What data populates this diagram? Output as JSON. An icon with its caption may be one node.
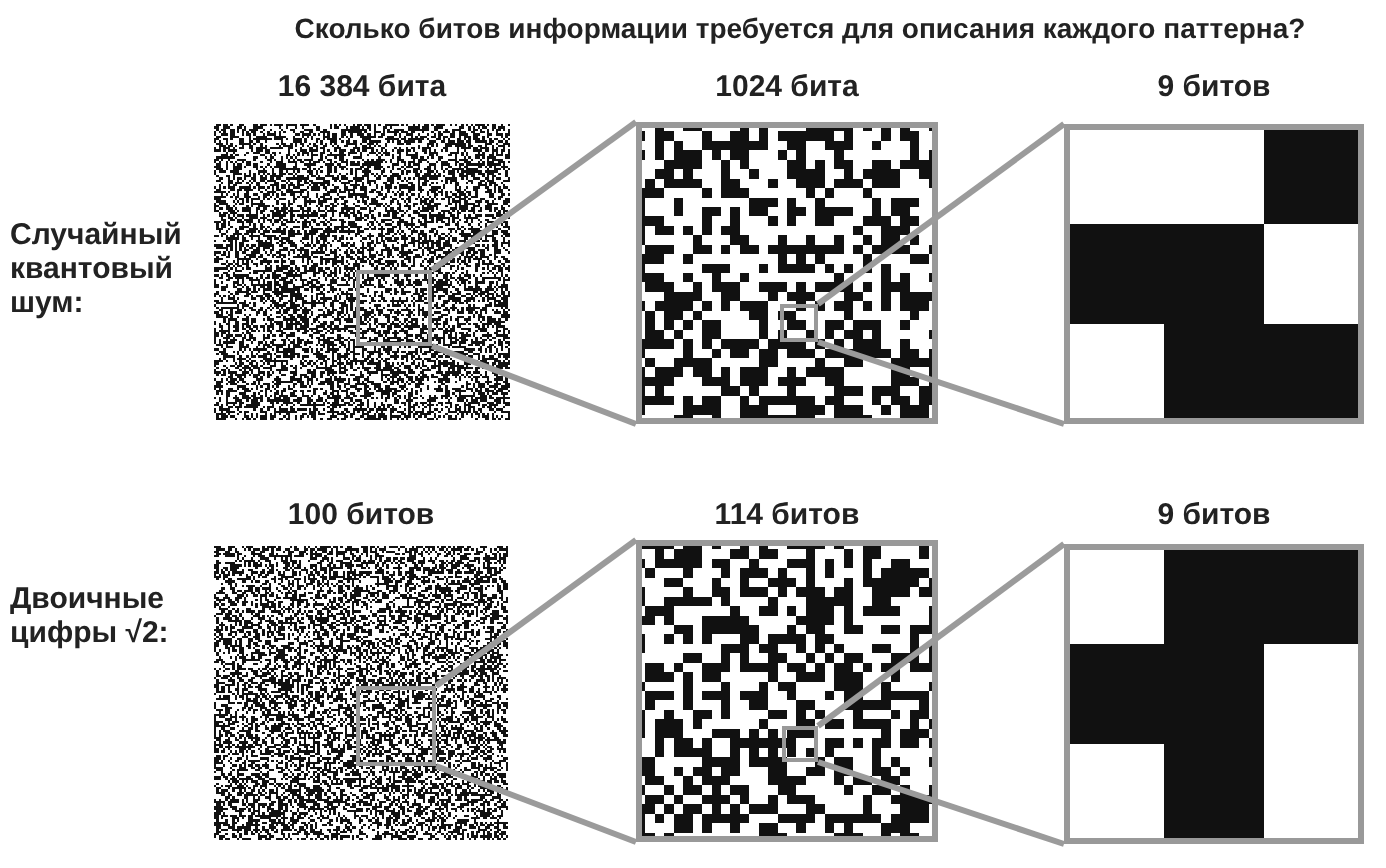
{
  "diagram": {
    "title": "Сколько битов информации требуется для описания каждого паттерна?",
    "nodes": [
      {
        "text": [
          "16 384 бита"
        ]
      },
      {
        "text": [],
        "shape": "box",
        "in": 0
      },
      {
        "text": [
          "1024 бита"
        ]
      },
      {
        "text": [],
        "shape": "box",
        "in": 2
      },
      {
        "text": [
          "9 битов"
        ]
      },
      {
        "text": [
          "100 битов"
        ]
      },
      {
        "text": [],
        "shape": "box",
        "in": 5
      },
      {
        "text": [
          "114 битов"
        ]
      },
      {
        "text": [],
        "shape": "box",
        "in": 7
      },
      {
        "text": [
          "9 битов"
        ]
      }
    ],
    "edges": [
      {
        "from": 1,
        "to": 2,
        "arrow": "none"
      },
      {
        "from": 1,
        "to": 2,
        "arrow": "none"
      },
      {
        "from": 3,
        "to": 4,
        "arrow": "none"
      },
      {
        "from": 3,
        "to": 4,
        "arrow": "none"
      },
      {
        "from": 6,
        "to": 7,
        "arrow": "none"
      },
      {
        "from": 6,
        "to": 7,
        "arrow": "none"
      },
      {
        "from": 8,
        "to": 9,
        "arrow": "none"
      },
      {
        "from": 8,
        "to": 9,
        "arrow": "none"
      }
    ],
    "labels": [
      "Случайный квантовый шум:",
      "Двоичные цифры √2:"
    ]
  }
}
